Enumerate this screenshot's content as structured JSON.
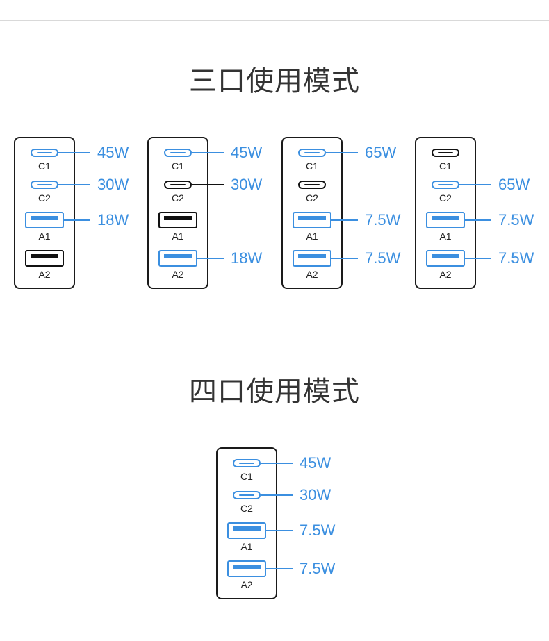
{
  "sections": [
    {
      "title": "三口使用模式",
      "chargers": [
        {
          "ports": [
            {
              "label": "C1",
              "type": "c",
              "active": true,
              "watt": "45W"
            },
            {
              "label": "C2",
              "type": "c",
              "active": true,
              "watt": "30W"
            },
            {
              "label": "A1",
              "type": "a",
              "active": true,
              "watt": "18W"
            },
            {
              "label": "A2",
              "type": "a",
              "active": false,
              "watt": ""
            }
          ]
        },
        {
          "ports": [
            {
              "label": "C1",
              "type": "c",
              "active": true,
              "watt": "45W"
            },
            {
              "label": "C2",
              "type": "c",
              "active": false,
              "watt": "30W"
            },
            {
              "label": "A1",
              "type": "a",
              "active": false,
              "watt": ""
            },
            {
              "label": "A2",
              "type": "a",
              "active": true,
              "watt": "18W"
            }
          ]
        },
        {
          "ports": [
            {
              "label": "C1",
              "type": "c",
              "active": true,
              "watt": "65W"
            },
            {
              "label": "C2",
              "type": "c",
              "active": false,
              "watt": ""
            },
            {
              "label": "A1",
              "type": "a",
              "active": true,
              "watt": "7.5W"
            },
            {
              "label": "A2",
              "type": "a",
              "active": true,
              "watt": "7.5W"
            }
          ]
        },
        {
          "ports": [
            {
              "label": "C1",
              "type": "c",
              "active": false,
              "watt": ""
            },
            {
              "label": "C2",
              "type": "c",
              "active": true,
              "watt": "65W"
            },
            {
              "label": "A1",
              "type": "a",
              "active": true,
              "watt": "7.5W"
            },
            {
              "label": "A2",
              "type": "a",
              "active": true,
              "watt": "7.5W"
            }
          ]
        }
      ]
    },
    {
      "title": "四口使用模式",
      "chargers": [
        {
          "ports": [
            {
              "label": "C1",
              "type": "c",
              "active": true,
              "watt": "45W"
            },
            {
              "label": "C2",
              "type": "c",
              "active": true,
              "watt": "30W"
            },
            {
              "label": "A1",
              "type": "a",
              "active": true,
              "watt": "7.5W"
            },
            {
              "label": "A2",
              "type": "a",
              "active": true,
              "watt": "7.5W"
            }
          ]
        }
      ]
    }
  ],
  "colors": {
    "active": "#3b8fe0",
    "inactive": "#111111",
    "outline": "#1a1a1a",
    "title": "#333333"
  }
}
